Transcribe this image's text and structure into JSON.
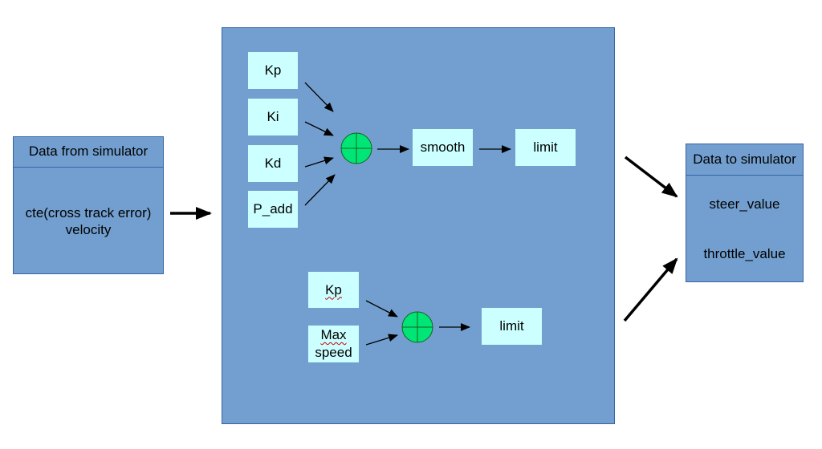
{
  "input_panel": {
    "title": "Data from simulator",
    "lines": [
      "cte(cross track error)",
      "velocity"
    ]
  },
  "steer_block": {
    "gains": [
      "Kp",
      "Ki",
      "Kd",
      "P_add"
    ],
    "smooth_label": "smooth",
    "limit_label": "limit"
  },
  "throttle_block": {
    "gain_label": "Kp",
    "speed_label_line1": "Max",
    "speed_label_line2": "speed",
    "limit_label": "limit"
  },
  "output_panel": {
    "title": "Data to simulator",
    "steer": "steer_value",
    "throttle": "throttle_value"
  },
  "colors": {
    "panel_fill": "#729fcf",
    "panel_border": "#3465a4",
    "block_fill": "#ccffff",
    "sum_fill": "#00e676"
  }
}
